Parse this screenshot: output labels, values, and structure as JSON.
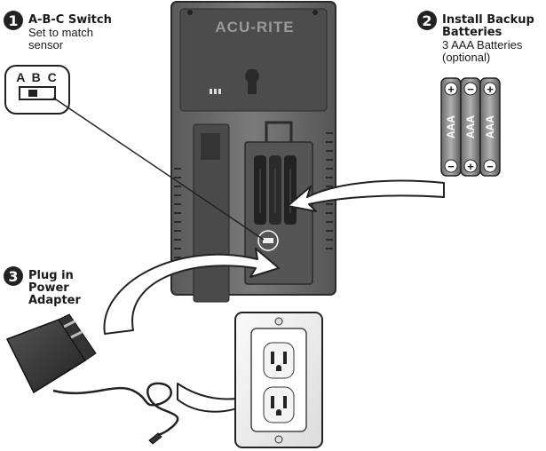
{
  "callouts": [
    {
      "number": "1",
      "title": "A-B-C Switch",
      "description": "Set to match\nsensor"
    },
    {
      "number": "2",
      "title": "Install Backup\nBatteries",
      "description": "3 AAA Batteries\n(optional)"
    },
    {
      "number": "3",
      "title": "Plug in\nPower\nAdapter",
      "description": ""
    }
  ],
  "device": {
    "brand": "ACU-RITE"
  },
  "switch": {
    "positions": "A B C"
  },
  "batteries": [
    {
      "label": "AAA",
      "top_polarity": "+",
      "bottom_polarity": "−"
    },
    {
      "label": "AAA",
      "top_polarity": "−",
      "bottom_polarity": "+"
    },
    {
      "label": "AAA",
      "top_polarity": "+",
      "bottom_polarity": "−"
    }
  ],
  "colors": {
    "ink": "#222222",
    "device_body": "#6b6b6b",
    "device_dark": "#3a3a3a",
    "outlet_plate": "#f2f2f2"
  }
}
